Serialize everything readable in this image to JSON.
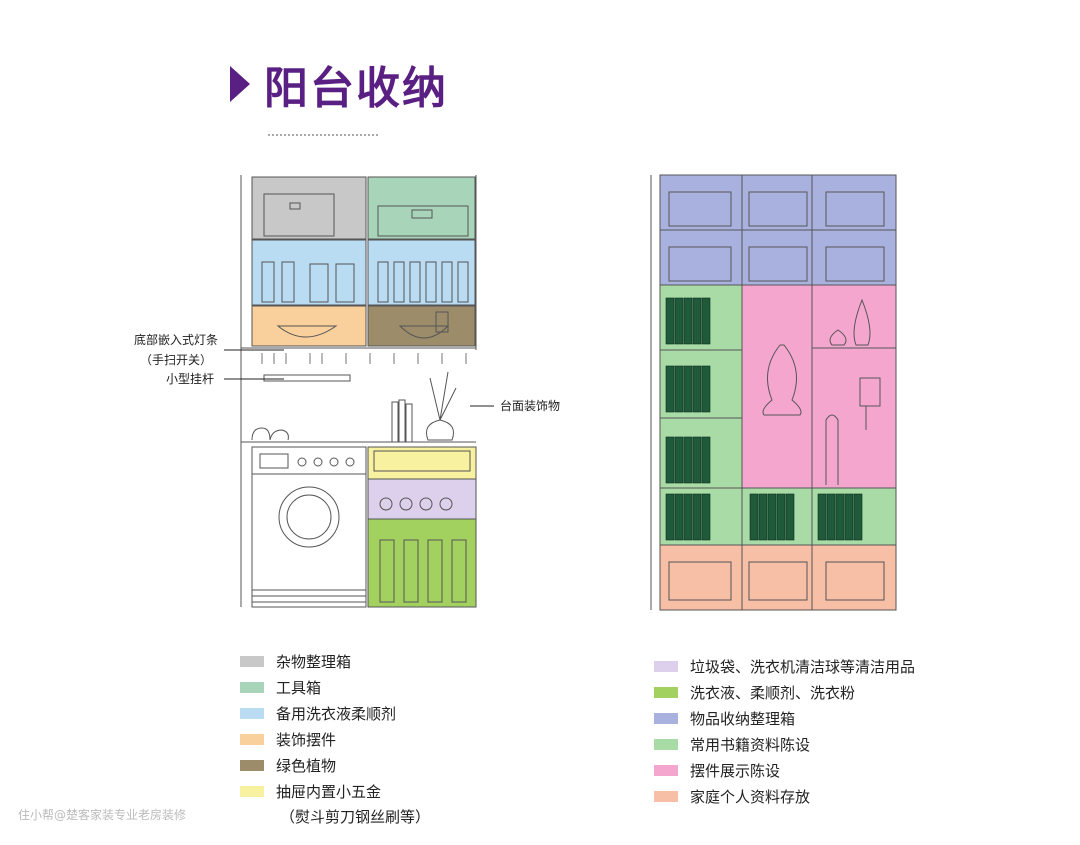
{
  "title": "阳台收纳",
  "callouts": {
    "light_line1": "底部嵌入式灯条",
    "light_line2": "（手扫开关）",
    "rod": "小型挂杆",
    "deco": "台面装饰物"
  },
  "legend_left": [
    {
      "label": "杂物整理箱",
      "color": "#c8c8c8"
    },
    {
      "label": "工具箱",
      "color": "#a8d5b9"
    },
    {
      "label": "备用洗衣液柔顺剂",
      "color": "#b9dcf2"
    },
    {
      "label": "装饰摆件",
      "color": "#f9cf9b"
    },
    {
      "label": "绿色植物",
      "color": "#9c8c6a"
    },
    {
      "label": "抽屉内置小五金",
      "color": "#f8f1a0"
    }
  ],
  "legend_left_sub": "（熨斗剪刀钢丝刷等）",
  "legend_right": [
    {
      "label": "垃圾袋、洗衣机清洁球等清洁用品",
      "color": "#dcd0ec"
    },
    {
      "label": "洗衣液、柔顺剂、洗衣粉",
      "color": "#a3d160"
    },
    {
      "label": "物品收纳整理箱",
      "color": "#a9b2de"
    },
    {
      "label": "常用书籍资料陈设",
      "color": "#a9dba6"
    },
    {
      "label": "摆件展示陈设",
      "color": "#f4a6cf"
    },
    {
      "label": "家庭个人资料存放",
      "color": "#f6bfa6"
    }
  ],
  "watermark": "住小帮@楚客家装专业老房装修"
}
